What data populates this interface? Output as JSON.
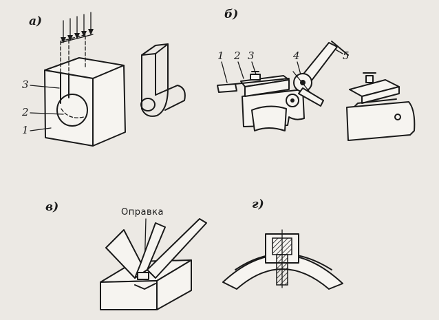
{
  "panels": {
    "a": {
      "label": "a)",
      "callouts": [
        "3",
        "2",
        "1"
      ]
    },
    "b": {
      "label": "б)",
      "callouts": [
        "1",
        "2",
        "3",
        "4",
        "5"
      ]
    },
    "v": {
      "label": "в)",
      "caption": "Оправка"
    },
    "g": {
      "label": "г)"
    }
  }
}
